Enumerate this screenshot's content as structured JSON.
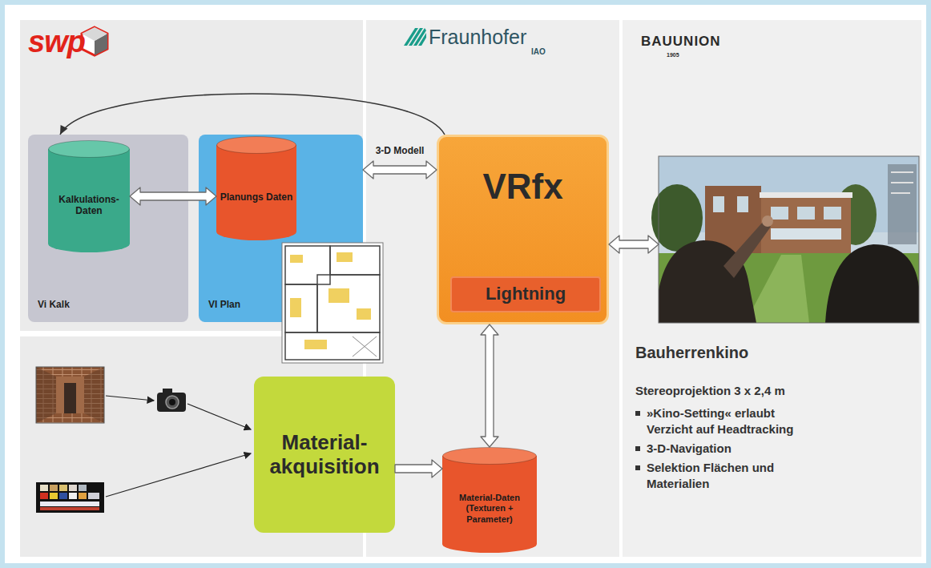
{
  "diagram": {
    "nodes": [
      {
        "text": [
          "swp"
        ]
      },
      {
        "text": [
          "Vi Kalk"
        ],
        "in": 0
      },
      {
        "text": [
          "Kalkulations-Daten"
        ],
        "in": 1
      },
      {
        "text": [
          "VI Plan"
        ],
        "in": 0
      },
      {
        "text": [
          "Planungs Daten"
        ],
        "in": 3
      },
      {
        "text": [
          "Fraunhofer",
          "IAO"
        ]
      },
      {
        "text": [
          "VRfx"
        ],
        "in": 5
      },
      {
        "text": [
          "Lightning"
        ],
        "in": 6
      },
      {
        "text": [
          "Material-Daten (Texturen + Parameter)"
        ],
        "in": 5
      },
      {
        "text": [
          "Material-akquisition"
        ]
      },
      {
        "text": [
          "BAUUNION",
          "1905",
          "Bauherrenkino",
          "Stereoprojektion 3 x 2,4 m",
          "»Kino-Setting« erlaubt Verzicht auf Headtracking",
          "3-D-Navigation",
          "Selektion Flächen und Materialien"
        ]
      }
    ],
    "edges": [
      {
        "from": 2,
        "to": 4,
        "arrow": "both"
      },
      {
        "from": 3,
        "to": 6,
        "label": "3-D Modell",
        "arrow": "both"
      },
      {
        "from": 6,
        "to": 1,
        "arrow": "to"
      },
      {
        "from": 6,
        "to": 8,
        "arrow": "both"
      },
      {
        "from": 9,
        "to": 8,
        "arrow": "to"
      },
      {
        "from": 6,
        "to": 10,
        "arrow": "both"
      }
    ]
  }
}
